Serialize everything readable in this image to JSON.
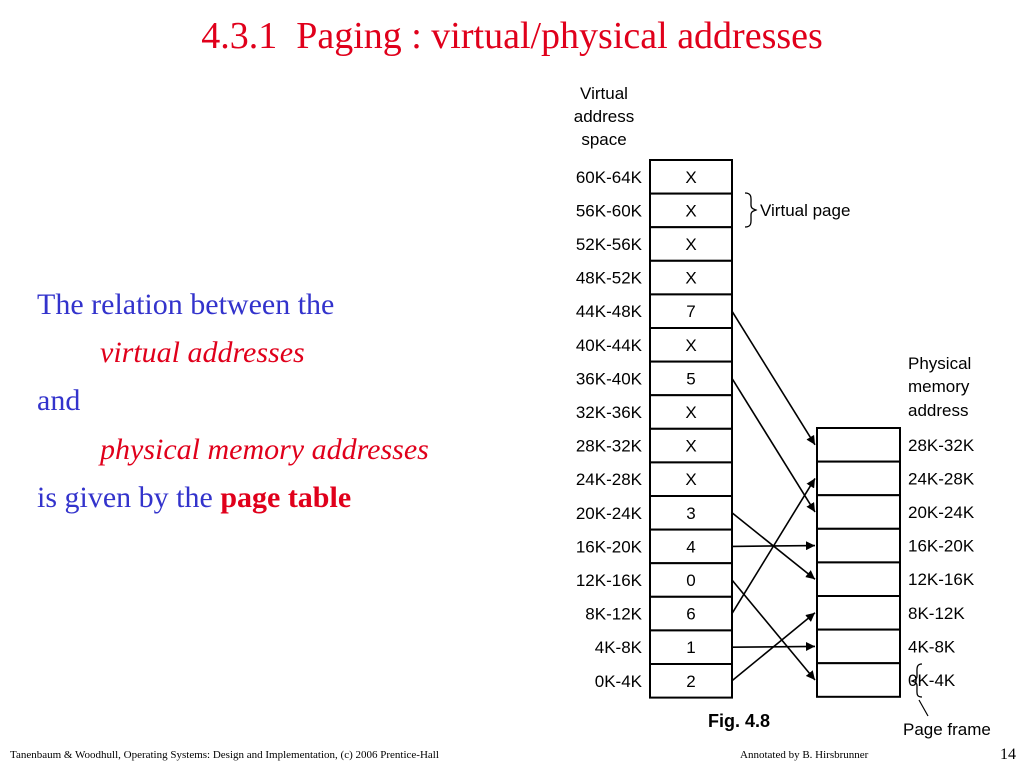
{
  "title": "4.3.1  Paging : virtual/physical addresses",
  "body": {
    "line1": "The relation between the",
    "line2": "virtual addresses",
    "line3": "and",
    "line4": "physical memory addresses",
    "line5_prefix": "is given by the",
    "line5_emph": "page table"
  },
  "diagram": {
    "virtual_header": [
      "Virtual",
      "address",
      "space"
    ],
    "physical_header": [
      "Physical",
      "memory",
      "address"
    ],
    "virtual_page_label": "Virtual page",
    "page_frame_label": "Page frame",
    "figure_label": "Fig. 4.8",
    "virtual_ranges": [
      "60K-64K",
      "56K-60K",
      "52K-56K",
      "48K-52K",
      "44K-48K",
      "40K-44K",
      "36K-40K",
      "32K-36K",
      "28K-32K",
      "24K-28K",
      "20K-24K",
      "16K-20K",
      "12K-16K",
      "8K-12K",
      "4K-8K",
      "0K-4K"
    ],
    "entries": [
      "X",
      "X",
      "X",
      "X",
      "7",
      "X",
      "5",
      "X",
      "X",
      "X",
      "3",
      "4",
      "0",
      "6",
      "1",
      "2"
    ],
    "physical_ranges": [
      "28K-32K",
      "24K-28K",
      "20K-24K",
      "16K-20K",
      "12K-16K",
      "8K-12K",
      "4K-8K",
      "0K-4K"
    ],
    "mappings": [
      {
        "virtual_page": 11,
        "frame": 7
      },
      {
        "virtual_page": 9,
        "frame": 5
      },
      {
        "virtual_page": 5,
        "frame": 3
      },
      {
        "virtual_page": 4,
        "frame": 4
      },
      {
        "virtual_page": 3,
        "frame": 0
      },
      {
        "virtual_page": 2,
        "frame": 6
      },
      {
        "virtual_page": 1,
        "frame": 1
      },
      {
        "virtual_page": 0,
        "frame": 2
      }
    ]
  },
  "footer": {
    "citation": "Tanenbaum & Woodhull, Operating Systems: Design and Implementation, (c) 2006 Prentice-Hall",
    "annotation": "Annotated by B. Hirsbrunner",
    "page_number": "14"
  }
}
